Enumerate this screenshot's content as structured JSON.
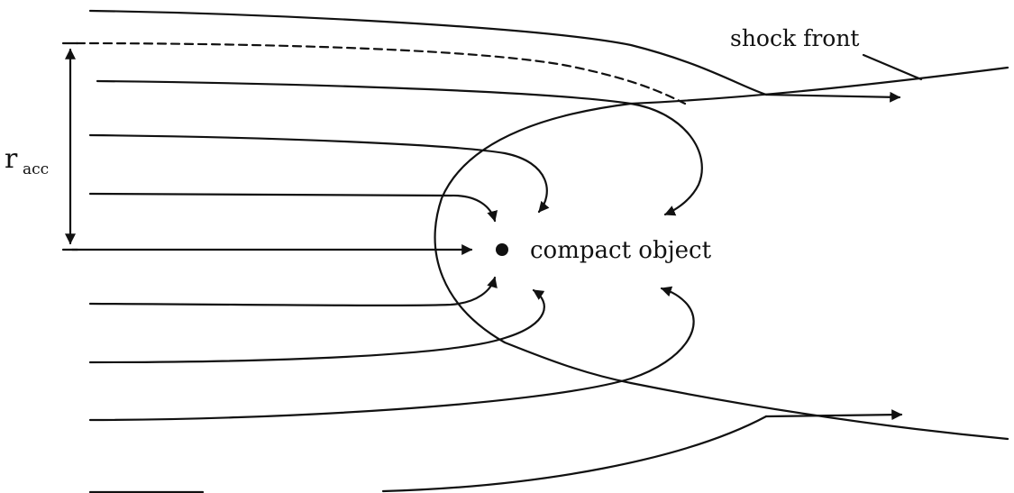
{
  "diagram": {
    "labels": {
      "shock_front": "shock front",
      "compact_object": "compact object",
      "accretion_radius_symbol": "r",
      "accretion_radius_subscript": "acc"
    },
    "colors": {
      "line": "#111111",
      "background": "#ffffff"
    }
  }
}
